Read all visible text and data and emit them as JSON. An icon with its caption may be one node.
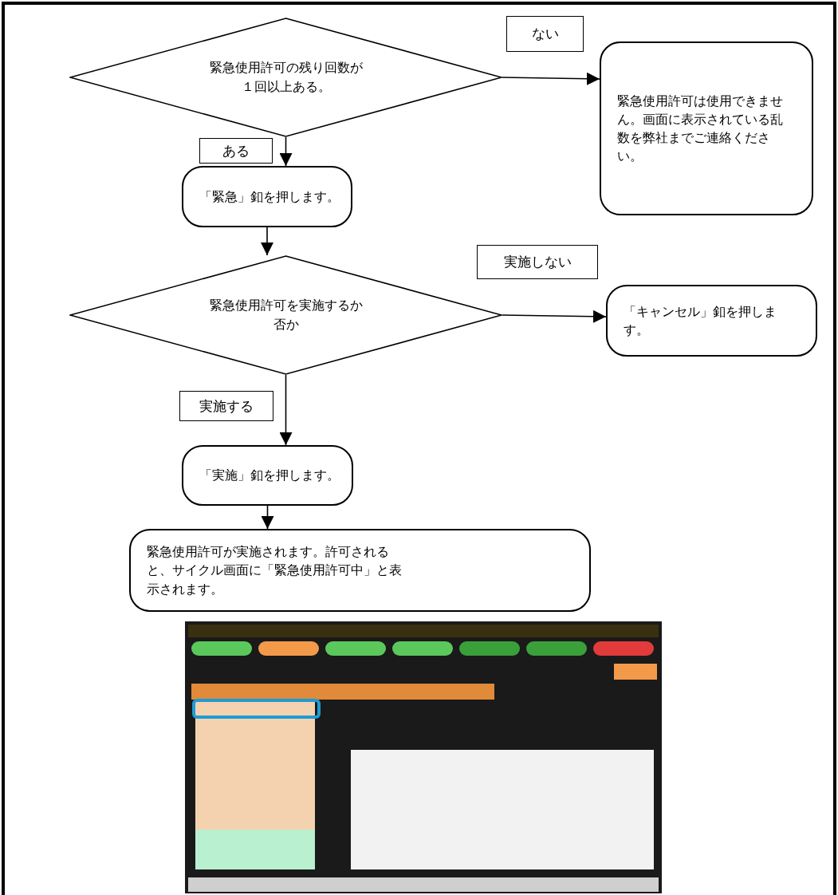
{
  "diagram": {
    "nodes": [
      {
        "text": [
          "緊急使用許可の残り回数が１回以上ある。"
        ]
      },
      {
        "text": [
          "緊急使用許可は使用できません。画面に表示されている乱数を弊社までご連絡ください。"
        ]
      },
      {
        "text": [
          "「緊急」釦を押します。"
        ]
      },
      {
        "text": [
          "緊急使用許可を実施するか否か"
        ]
      },
      {
        "text": [
          "「キャンセル」釦を押します。"
        ]
      },
      {
        "text": [
          "「実施」釦を押します。"
        ]
      },
      {
        "text": [
          "緊急使用許可が実施されます。許可されると、サイクル画面に「緊急使用許可中」と表示されます。"
        ]
      }
    ],
    "edges": [
      {
        "from": 0,
        "to": 1,
        "arrow": "to",
        "label": "ない"
      },
      {
        "from": 0,
        "to": 2,
        "arrow": "to",
        "label": "ある"
      },
      {
        "from": 2,
        "to": 3,
        "arrow": "to"
      },
      {
        "from": 3,
        "to": 4,
        "arrow": "to",
        "label": "実施しない"
      },
      {
        "from": 3,
        "to": 5,
        "arrow": "to",
        "label": "実施する"
      },
      {
        "from": 5,
        "to": 6,
        "arrow": "to"
      }
    ]
  }
}
